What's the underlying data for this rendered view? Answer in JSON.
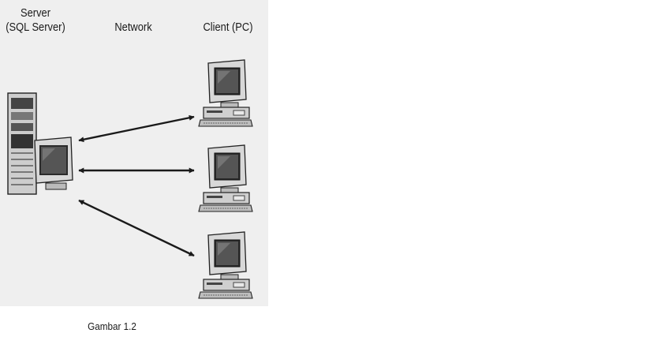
{
  "labels": {
    "server_line1": "Server",
    "server_line2": "(SQL Server)",
    "network": "Network",
    "client": "Client (PC)"
  },
  "caption": "Gambar 1.2",
  "nodes": {
    "server": {
      "icon": "server-workstation-icon"
    },
    "clients": [
      {
        "icon": "client-pc-icon"
      },
      {
        "icon": "client-pc-icon"
      },
      {
        "icon": "client-pc-icon"
      }
    ]
  },
  "connections": [
    "server-client-1",
    "server-client-2",
    "server-client-3"
  ],
  "colors": {
    "figure_background": "#efefef",
    "ink": "#1a1a1a"
  }
}
